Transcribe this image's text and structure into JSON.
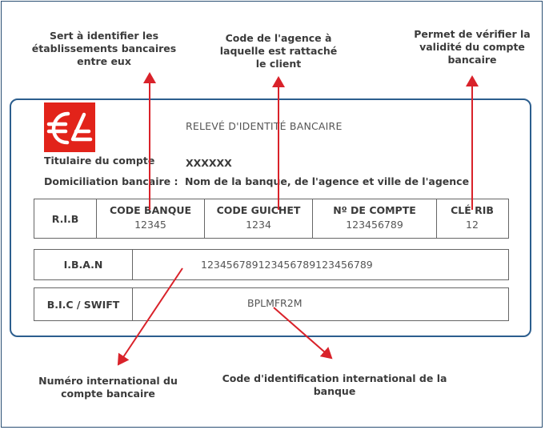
{
  "notes": {
    "banks": "Sert à identifier les établissements bancaires entre eux",
    "agency": "Code de l'agence à laquelle est rattaché le client",
    "key": "Permet de vérifier la validité du compte bancaire",
    "iban": "Numéro international du compte bancaire",
    "bic": "Code d'identification international de la banque"
  },
  "card": {
    "title": "RELEVÉ D'IDENTITÉ BANCAIRE",
    "holder_label": "Titulaire du compte",
    "holder_value": "XXXXXX",
    "domicile_label": "Domiciliation bancaire :",
    "domicile_value": "Nom de la banque, de l'agence et ville de l'agence"
  },
  "rib": {
    "label": "R.I.B",
    "columns": [
      {
        "header": "CODE BANQUE",
        "value": "12345"
      },
      {
        "header": "CODE GUICHET",
        "value": "1234"
      },
      {
        "header": "Nº DE COMPTE",
        "value": "123456789"
      },
      {
        "header": "CLÉ RIB",
        "value": "12"
      }
    ]
  },
  "iban": {
    "label": "I.B.A.N",
    "value": "123456789123456789123456789"
  },
  "bic": {
    "label": "B.I.C / SWIFT",
    "value": "BPLMFR2M"
  },
  "colors": {
    "accent_red": "#e2231a",
    "card_border": "#2c5e8e",
    "arrow": "#d9222a"
  },
  "logo_icon": "caisse-epargne-squirrel-logo"
}
